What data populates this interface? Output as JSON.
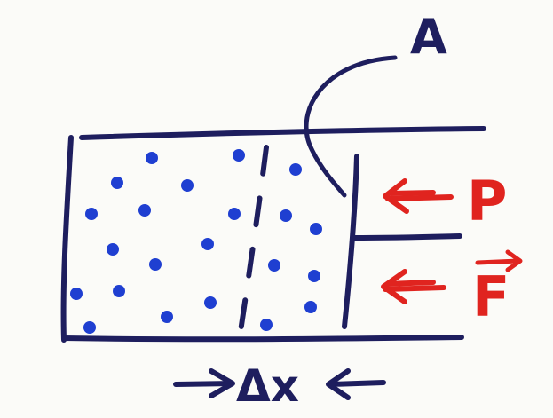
{
  "labels": {
    "area": "A",
    "pressure": "P",
    "force": "F",
    "displacement": "Δx"
  },
  "colors": {
    "board": "#fbfbf8",
    "ink_blue": "#1e1e5e",
    "ink_molecule": "#1f3fd1",
    "ink_red": "#e0241f"
  }
}
